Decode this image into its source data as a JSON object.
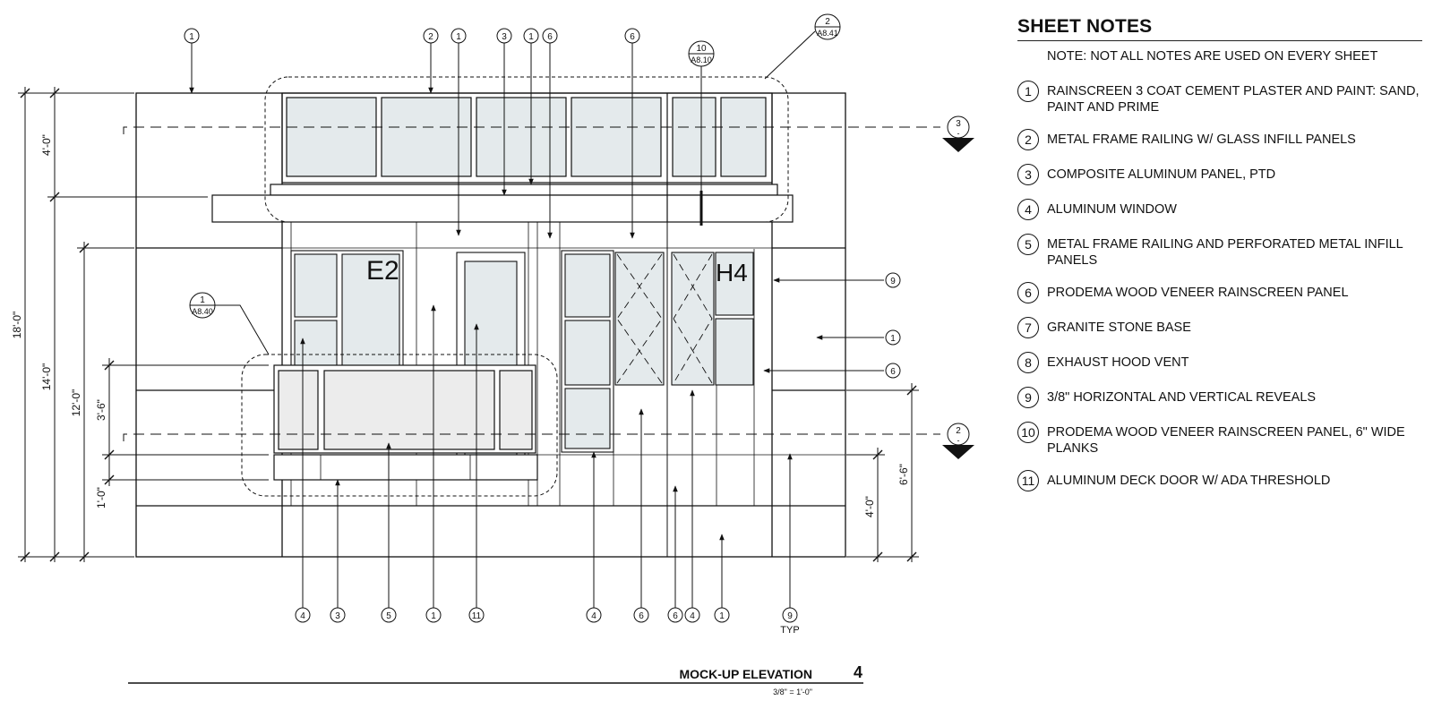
{
  "sheet_notes": {
    "title": "SHEET NOTES",
    "subnote": "NOTE: NOT ALL NOTES ARE USED ON EVERY SHEET",
    "items": [
      {
        "num": "1",
        "text": "RAINSCREEN 3 COAT CEMENT PLASTER AND PAINT: SAND, PAINT AND PRIME"
      },
      {
        "num": "2",
        "text": "METAL FRAME RAILING W/ GLASS INFILL PANELS"
      },
      {
        "num": "3",
        "text": "COMPOSITE ALUMINUM PANEL, PTD"
      },
      {
        "num": "4",
        "text": "ALUMINUM WINDOW"
      },
      {
        "num": "5",
        "text": "METAL FRAME RAILING AND PERFORATED METAL INFILL PANELS"
      },
      {
        "num": "6",
        "text": "PRODEMA WOOD VENEER RAINSCREEN PANEL"
      },
      {
        "num": "7",
        "text": "GRANITE STONE BASE"
      },
      {
        "num": "8",
        "text": "EXHAUST HOOD VENT"
      },
      {
        "num": "9",
        "text": "3/8\" HORIZONTAL AND VERTICAL REVEALS"
      },
      {
        "num": "10",
        "text": "PRODEMA WOOD VENEER RAINSCREEN PANEL, 6\" WIDE PLANKS"
      },
      {
        "num": "11",
        "text": "ALUMINUM DECK DOOR W/ ADA THRESHOLD"
      }
    ]
  },
  "drawing": {
    "title": "MOCK-UP ELEVATION",
    "number": "4",
    "scale": "3/8\" = 1'-0\"",
    "type_labels": {
      "e2": "E2",
      "h4": "H4"
    },
    "typ_label": "TYP",
    "dimensions": {
      "d18": "18'-0\"",
      "d14": "14'-0\"",
      "d12": "12'-0\"",
      "d4top": "4'-0\"",
      "d36": "3'-6\"",
      "d10": "1'-0\"",
      "d4bot": "4'-0\"",
      "d66": "6'-6\""
    },
    "detail_refs": {
      "r1": {
        "num": "2",
        "sheet": "A8.41"
      },
      "r2": {
        "num": "10",
        "sheet": "A8.10"
      },
      "r3": {
        "num": "1",
        "sheet": "A8.40"
      }
    },
    "section_marks": {
      "s1": {
        "num": "3",
        "sheet": "-"
      },
      "s2": {
        "num": "2",
        "sheet": "-"
      }
    },
    "callouts_top": {
      "c1": "1",
      "c2": "2",
      "c3": "1",
      "c4": "3",
      "c5": "1",
      "c6": "6",
      "c7": "6"
    },
    "callouts_bottom": {
      "b1": "4",
      "b2": "3",
      "b3": "5",
      "b4": "1",
      "b5": "11",
      "b6": "4",
      "b7": "6",
      "b8": "6",
      "b9": "4",
      "b10": "1",
      "b11": "9"
    },
    "callouts_right": {
      "r9": "9",
      "r1": "1",
      "r6": "6"
    },
    "colors": {
      "glass": "#e4eaec",
      "perforated": "#ececec",
      "line": "#111111"
    }
  }
}
